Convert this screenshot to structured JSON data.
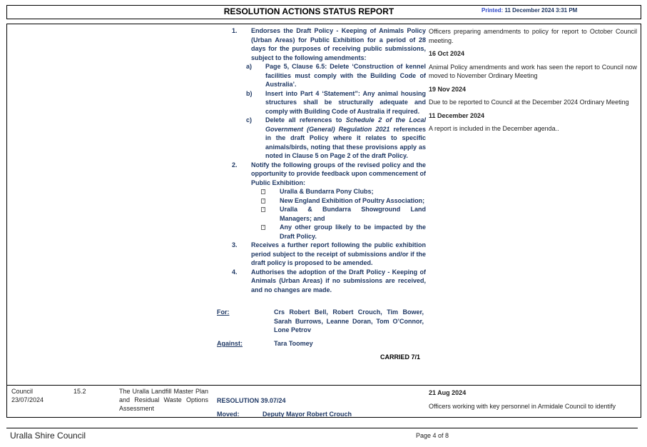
{
  "header": {
    "title": "RESOLUTION ACTIONS STATUS REPORT",
    "printed_label": "Printed:",
    "printed_value": "11 December 2024 3:31 PM"
  },
  "resolution": {
    "items": [
      {
        "num": "1.",
        "text": "Endorses the Draft Policy - Keeping of Animals Policy (Urban Areas) for Public Exhibition for a period of 28 days for the purposes of receiving public submissions, subject to the following amendments:",
        "subs": [
          {
            "letter": "a)",
            "text": "Page 5, Clause 6.5: Delete ‘Construction of kennel facilities must comply with the Building Code of Australia’."
          },
          {
            "letter": "b)",
            "text": "Insert into Part 4 ‘Statement”: Any animal housing structures shall be structurally adequate and comply with Building Code of Australia if required."
          },
          {
            "letter": "c)",
            "pre": "Delete all references to ",
            "italic": "Schedule 2 of the Local Government (General) Regulation 2021",
            "post": " references in the draft Policy where it relates to specific animals/birds, noting that these provisions apply as noted in Clause 5 on Page 2 of the draft Policy."
          }
        ]
      },
      {
        "num": "2.",
        "text": "Notify the following groups of the revised policy and the opportunity to provide feedback upon commencement of Public Exhibition:",
        "bullets": [
          "Uralla & Bundarra Pony Clubs;",
          "New England Exhibition of Poultry Association;",
          "Uralla & Bundarra Showground Land Managers; and",
          "Any other group likely to be impacted by the Draft Policy."
        ]
      },
      {
        "num": "3.",
        "text": "Receives a further report following the public exhibition period subject to the receipt of submissions and/or if the draft policy is proposed to be amended."
      },
      {
        "num": "4.",
        "text": "Authorises the adoption of the Draft Policy - Keeping of Animals (Urban Areas) if no submissions are received, and no changes are made."
      }
    ],
    "for_label": "For:",
    "for_value": "Crs Robert Bell, Robert Crouch, Tim Bower, Sarah Burrows, Leanne Doran, Tom O’Connor, Lone Petrov",
    "against_label": "Against:",
    "against_value": "Tara Toomey",
    "carried": "CARRIED 7/1"
  },
  "notes": {
    "intro": "Officers preparing amendments to policy for report to October Council meeting.",
    "entries": [
      {
        "date": "16 Oct 2024",
        "text": "Animal Policy amendments and work has seen the report to Council now moved to November Ordinary Meeting"
      },
      {
        "date": "19 Nov 2024",
        "text": "Due to be reported to Council at the December 2024 Ordinary Meeting"
      },
      {
        "date": "11 December 2024",
        "text": "A report is included in the December agenda.."
      }
    ]
  },
  "row2": {
    "meeting": "Council",
    "meeting_date": "23/07/2024",
    "item_no": "15.2",
    "subject": "The Uralla Landfill Master Plan and Residual Waste Options Assessment",
    "resolution": "RESOLUTION 39.07/24",
    "moved_label": "Moved:",
    "moved_value": "Deputy Mayor Robert Crouch",
    "note_date": "21 Aug 2024",
    "note_text": "Officers working with key personnel in Armidale Council to identify"
  },
  "footer": {
    "council": "Uralla Shire Council",
    "page": "Page 4 of 8"
  },
  "colors": {
    "resolution_text": "#1f3864",
    "printed_label": "#2e48c8"
  }
}
